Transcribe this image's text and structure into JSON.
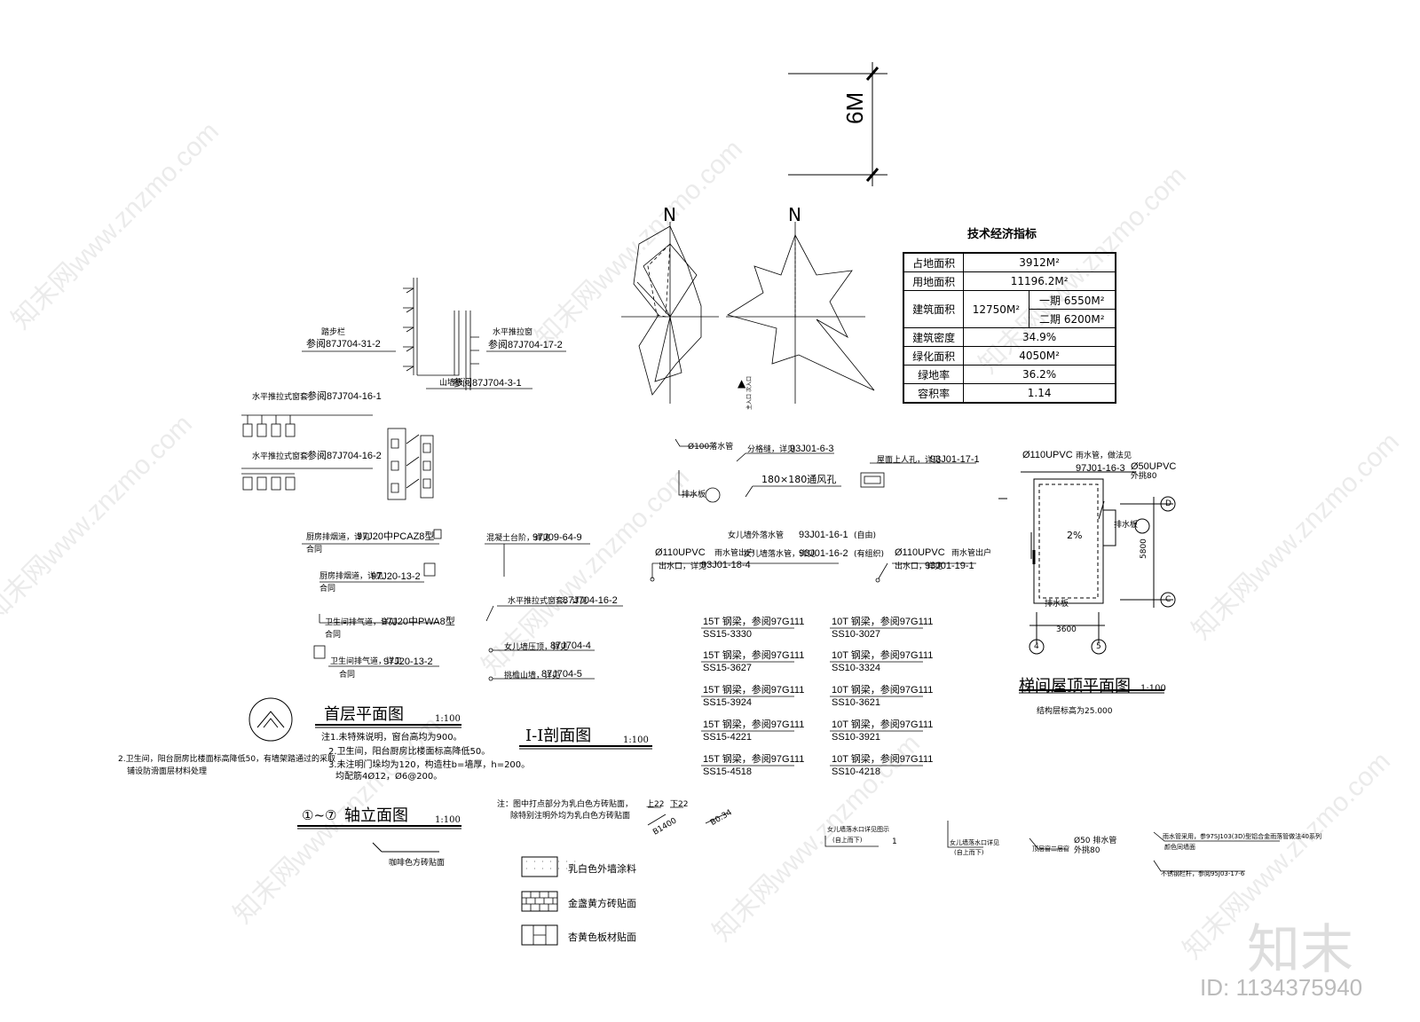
{
  "dimension": {
    "label": "6M"
  },
  "north": {
    "label": "N"
  },
  "entrance": {
    "label": "主入口 次入口"
  },
  "indicators": {
    "title": "技术经济指标",
    "rows": [
      {
        "label": "占地面积",
        "value": "3912M²"
      },
      {
        "label": "用地面积",
        "value": "11196.2M²"
      },
      {
        "label": "建筑面积",
        "value": "12750M²",
        "sub": [
          {
            "label": "一期",
            "value": "6550M²"
          },
          {
            "label": "二期",
            "value": "6200M²"
          }
        ]
      },
      {
        "label": "建筑密度",
        "value": "34.9%"
      },
      {
        "label": "绿化面积",
        "value": "4050M²"
      },
      {
        "label": "绿地率",
        "value": "36.2%"
      },
      {
        "label": "容积率",
        "value": "1.14"
      }
    ]
  },
  "callouts": {
    "c1": {
      "note": "踏步栏",
      "code": "参阅87J704-31-2"
    },
    "c2": {
      "note": "水平推拉窗",
      "code": "参阅87J704-17-2"
    },
    "c3": {
      "note": "山墙板",
      "code": "参阅87J704-3-1"
    },
    "c4": {
      "note": "水平推拉式窗套",
      "code": "参阅87J704-16-1"
    },
    "c5": {
      "note": "水平推拉式窗套",
      "code": "参阅87J704-16-2"
    },
    "c6": {
      "note": "厨房排烟道，详见",
      "code": "97J20中PCAZ8型",
      "sub": "合同"
    },
    "c7": {
      "note": "厨房排烟道，详见",
      "code": "97J20-13-2",
      "sub": "合同"
    },
    "c8": {
      "note": "卫生间排气道，详见",
      "code": "97J20中PWA8型",
      "sub": "合同"
    },
    "c9": {
      "note": "卫生间排气道，详见",
      "code": "97J20-13-2",
      "sub": "合同"
    },
    "c10": {
      "note": "混凝土台阶，详见",
      "code": "97J09-64-9"
    },
    "c11": {
      "note": "水平推拉式窗套，详见",
      "code": "87J704-16-2"
    },
    "c12": {
      "note": "女儿墙压顶，详见",
      "code": "87J704-4"
    },
    "c13": {
      "note": "挑檐山墙，详见",
      "code": "87J704-5"
    },
    "c14": {
      "note": "Ø100落水管"
    },
    "c15": {
      "note": "分格缝，详见",
      "code": "93J01-6-3"
    },
    "c16": {
      "note": "180×180通风孔"
    },
    "c17": {
      "note": "屋面上人孔，详见",
      "code": "93J01-17-1"
    },
    "c18": {
      "note": "排水板"
    },
    "c19": {
      "note": "女儿墙外落水管",
      "code": "93J01-16-1",
      "sub": "(自由)"
    },
    "c20": {
      "note": "女儿墙落水管，详见",
      "code": "93J01-16-2",
      "sub": "(有组织)"
    },
    "c21": {
      "pre": "Ø110UPVC",
      "note": "雨水管出户",
      "code2": "出水口，详见",
      "code": "93J01-18-4"
    },
    "c22": {
      "pre": "Ø110UPVC",
      "note": "雨水管出户",
      "code2": "出水口，详见",
      "code": "93J01-19-1"
    },
    "c23": {
      "pre": "Ø110UPVC",
      "note": "雨水管，做法见",
      "code": "97J01-16-3",
      "extra": "Ø50UPVC",
      "extra2": "外挑80"
    }
  },
  "steel": {
    "left": [
      {
        "a": "15T 钢梁，参阅97G111",
        "b": "SS15-3330"
      },
      {
        "a": "15T 钢梁，参阅97G111",
        "b": "SS15-3627"
      },
      {
        "a": "15T 钢梁，参阅97G111",
        "b": "SS15-3924"
      },
      {
        "a": "15T 钢梁，参阅97G111",
        "b": "SS15-4221"
      },
      {
        "a": "15T 钢梁，参阅97G111",
        "b": "SS15-4518"
      }
    ],
    "right": [
      {
        "a": "10T 钢梁，参阅97G111",
        "b": "SS10-3027"
      },
      {
        "a": "10T 钢梁，参阅97G111",
        "b": "SS10-3324"
      },
      {
        "a": "10T 钢梁，参阅97G111",
        "b": "SS10-3621"
      },
      {
        "a": "10T 钢梁，参阅97G111",
        "b": "SS10-3921"
      },
      {
        "a": "10T 钢梁，参阅97G111",
        "b": "SS10-4218"
      }
    ]
  },
  "titles": {
    "first_floor": {
      "name": "首层平面图",
      "scale": "1:100"
    },
    "section": {
      "name": "I-I剖面图",
      "scale": "1:100"
    },
    "elevation": {
      "axis": "①~⑦",
      "name": "轴立面图",
      "scale": "1:100"
    },
    "roof": {
      "name": "梯间屋顶平面图",
      "scale": "1:100"
    }
  },
  "notes": {
    "first_floor": [
      "注1.未特殊说明，窗台高均为900。",
      "2.卫生间，阳台厨房比楼面标高降低50。",
      "3.未注明门垛均为120，构造柱b=墙厚，h=200。",
      "均配筋4Ø12，Ø6@200。"
    ],
    "left_note": [
      "2.卫生间，阳台厨房比楼面标高降低50，有墙架踏通过的采取",
      "铺设防滑面层材料处理"
    ],
    "roof_elev": "结构层标高为25.000",
    "elevation_tag": "咖啡色方砖贴面",
    "section_note": [
      "注：图中打点部分为乳白色方砖贴面，",
      "除特别注明外均为乳白色方砖贴面"
    ]
  },
  "legend": [
    {
      "label": "乳白色外墙涂料",
      "pattern": "dots"
    },
    {
      "label": "金盏黄方砖贴面",
      "pattern": "brick"
    },
    {
      "label": "杏黄色板材贴面",
      "pattern": "panel"
    }
  ],
  "roof_plan": {
    "slope": "2%",
    "dim_w": "3600",
    "dim_h": "5800",
    "axes": [
      "D",
      "C",
      "4",
      "5"
    ],
    "outlet": "排水板"
  },
  "misc": {
    "section_marks": [
      "上22",
      "下22",
      "B1400",
      "B0.34"
    ],
    "bottom_notes": [
      "女儿墙落水口详见图示",
      "(自上而下)",
      "1",
      "女儿墙落水口详见",
      "(自上而下)",
      "顶层窗二层窗",
      "Ø50 排水管",
      "外挑80",
      "雨水管采用，参97SJ103(3D)型铝合金雨落管做法40系列",
      "颜色同墙面",
      "不锈钢栏杆，参阅95J03-17-6"
    ]
  },
  "watermark": {
    "text": "知末网www.znzmo.com",
    "logo": "知末",
    "id": "ID: 1134375940"
  }
}
